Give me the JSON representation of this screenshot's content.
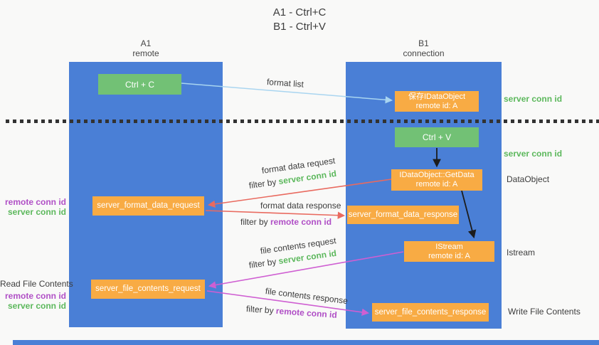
{
  "title": {
    "line1": "A1 - Ctrl+C",
    "line2": "B1 - Ctrl+V"
  },
  "lifelines": {
    "a1": {
      "name": "A1",
      "role": "remote"
    },
    "b1": {
      "name": "B1",
      "role": "connection"
    }
  },
  "nodes": {
    "ctrl_c": {
      "label": "Ctrl + C"
    },
    "save_idataobject": {
      "line1": "保存IDataObject",
      "line2": "remote id: A"
    },
    "ctrl_v": {
      "label": "Ctrl + V"
    },
    "getdata": {
      "line1": "IDataObject::GetData",
      "line2": "remote id: A"
    },
    "format_request": {
      "label": "server_format_data_request"
    },
    "format_response": {
      "label": "server_format_data_response"
    },
    "istream": {
      "line1": "IStream",
      "line2": "remote id: A"
    },
    "file_request": {
      "label": "server_file_contents_request"
    },
    "file_response": {
      "label": "server_file_contents_response"
    }
  },
  "arrow_labels": {
    "format_list": "format list",
    "format_data_request": "format data request",
    "format_data_response": "format data response",
    "file_contents_request": "file contents request",
    "file_contents_response": "file contents response",
    "filter_prefix": "filter by ",
    "server_conn_id": "server conn id",
    "remote_conn_id": "remote conn id"
  },
  "annotations": {
    "right": {
      "server_conn_id_1": "server conn id",
      "server_conn_id_2": "server conn id",
      "dataobject": "DataObject",
      "istream": "Istream",
      "write_file_contents": "Write File Contents"
    },
    "left": {
      "remote_conn_id_1": "remote conn id",
      "server_conn_id_1": "server conn id",
      "read_file_contents": "Read File Contents",
      "remote_conn_id_2": "remote conn id",
      "server_conn_id_2": "server conn id"
    }
  },
  "colors": {
    "lifeline_blue": "#4a7fd6",
    "node_green": "#72c175",
    "node_orange": "#f8ab44",
    "arrow_light_blue": "#a9d5f0",
    "arrow_red": "#e96a5f",
    "arrow_magenta": "#cf5fd2",
    "arrow_black": "#1c1c1c",
    "label_green": "#5cb85c",
    "label_purple": "#b04fc6",
    "text_dark": "#3d3d3d"
  }
}
